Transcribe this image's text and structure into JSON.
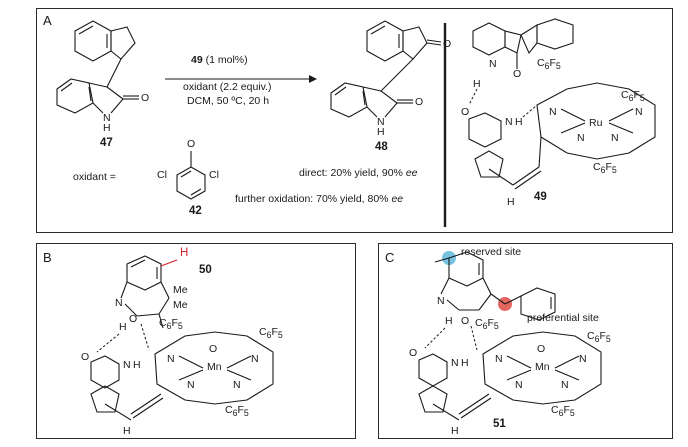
{
  "panel_a": {
    "label": "A",
    "reactant_id": "47",
    "product_id": "48",
    "catalyst_id": "49",
    "catalyst_id_catalyst": "49",
    "conditions_catalyst_load": "(1 mol%)",
    "conditions_oxidant": "oxidant (2.2 equiv.)",
    "conditions_solvent": "DCM, 50 ºC, 20 h",
    "oxidant_label": "oxidant =",
    "oxidant_id": "42",
    "direct_text": "direct: 20% yield, 90% ",
    "direct_ee": "ee",
    "further_text": "further oxidation: 70% yield, 80% ",
    "further_ee": "ee",
    "atoms": {
      "nh": "N\nH",
      "o": "O",
      "cl_left": "Cl",
      "cl_right": "Cl",
      "n_oxide": "N",
      "o_oxide": "O",
      "ru": "Ru",
      "c6f5": "C6F5"
    }
  },
  "panel_b": {
    "label": "B",
    "compound_id": "50",
    "h_label": "H",
    "me1": "Me",
    "me2": "Me",
    "c6f5": "C6F5",
    "mn": "Mn"
  },
  "panel_c": {
    "label": "C",
    "compound_id": "51",
    "reserved_site": "reserved site",
    "preferential_site": "preferential site",
    "c6f5": "C6F5",
    "mn": "Mn",
    "site_colors": {
      "reserved": "#5fb7d8",
      "preferential": "#e0554f"
    }
  },
  "colors": {
    "highlight_h": "#d2232a"
  }
}
